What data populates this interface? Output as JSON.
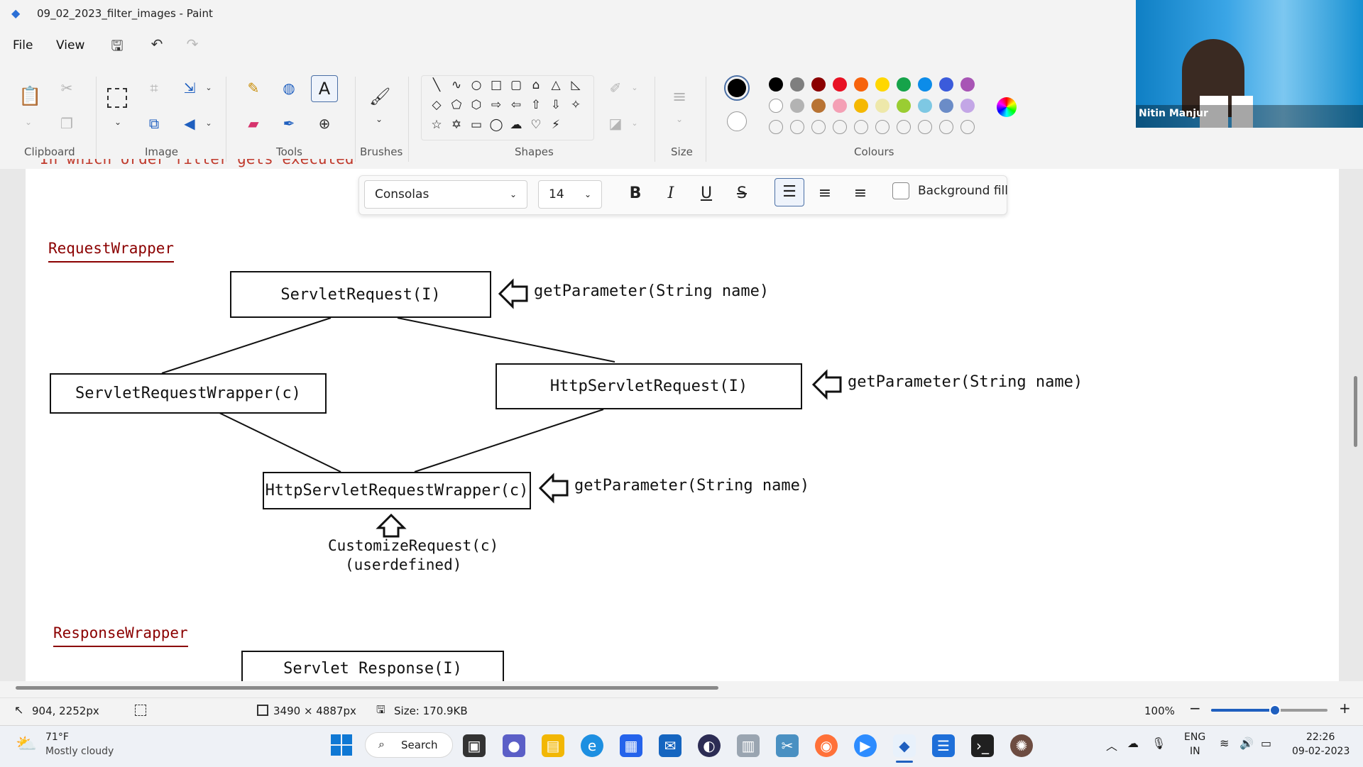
{
  "window": {
    "title": "09_02_2023_filter_images - Paint"
  },
  "menu": {
    "file": "File",
    "view": "View"
  },
  "ribbon": {
    "groups": {
      "clipboard": "Clipboard",
      "image": "Image",
      "tools": "Tools",
      "brushes": "Brushes",
      "shapes": "Shapes",
      "size": "Size",
      "colours": "Colours"
    }
  },
  "colours": {
    "primary": "#000000",
    "secondary": "#ffffff",
    "row1": [
      "#000000",
      "#7f7f7f",
      "#8b0000",
      "#e81123",
      "#f7630c",
      "#ffd700",
      "#16a34a",
      "#0c8ce9",
      "#3b5bdb",
      "#a855b5"
    ],
    "row2": [
      "#ffffff",
      "#b3b3b3",
      "#b87333",
      "#f4a0b5",
      "#f5b800",
      "#eee8aa",
      "#9acd32",
      "#7ec8e3",
      "#6b8cc7",
      "#c3a6e6"
    ]
  },
  "text_toolbar": {
    "font": "Consolas",
    "size": "14",
    "bold": "B",
    "italic": "I",
    "underline": "U",
    "strike": "S",
    "background_fill": "Background fill"
  },
  "diagram": {
    "top_cut_text": "In which order filter gets executed",
    "request_heading": "RequestWrapper",
    "servlet_request": "ServletRequest(I)",
    "servlet_request_wrapper": "ServletRequestWrapper(c)",
    "http_servlet_request": "HttpServletRequest(I)",
    "http_servlet_request_wrapper": "HttpServletRequestWrapper(c)",
    "get_param_1": "getParameter(String name)",
    "get_param_2": "getParameter(String name)",
    "get_param_3": "getParameter(String name)",
    "customize_request": "CustomizeRequest(c)",
    "userdefined": "(userdefined)",
    "response_heading": "ResponseWrapper",
    "servlet_response": "Servlet Response(I)"
  },
  "statusbar": {
    "cursor": "904, 2252px",
    "canvas_size": "3490 × 4887px",
    "file_size": "Size: 170.9KB",
    "zoom": "100%",
    "zoom_fraction": 0.55
  },
  "taskbar": {
    "weather_temp": "71°F",
    "weather_desc": "Mostly cloudy",
    "search": "Search",
    "lang1": "ENG",
    "lang2": "IN",
    "time": "22:26",
    "date": "09-02-2023"
  },
  "webcam": {
    "name": "Nitin Manjur"
  }
}
